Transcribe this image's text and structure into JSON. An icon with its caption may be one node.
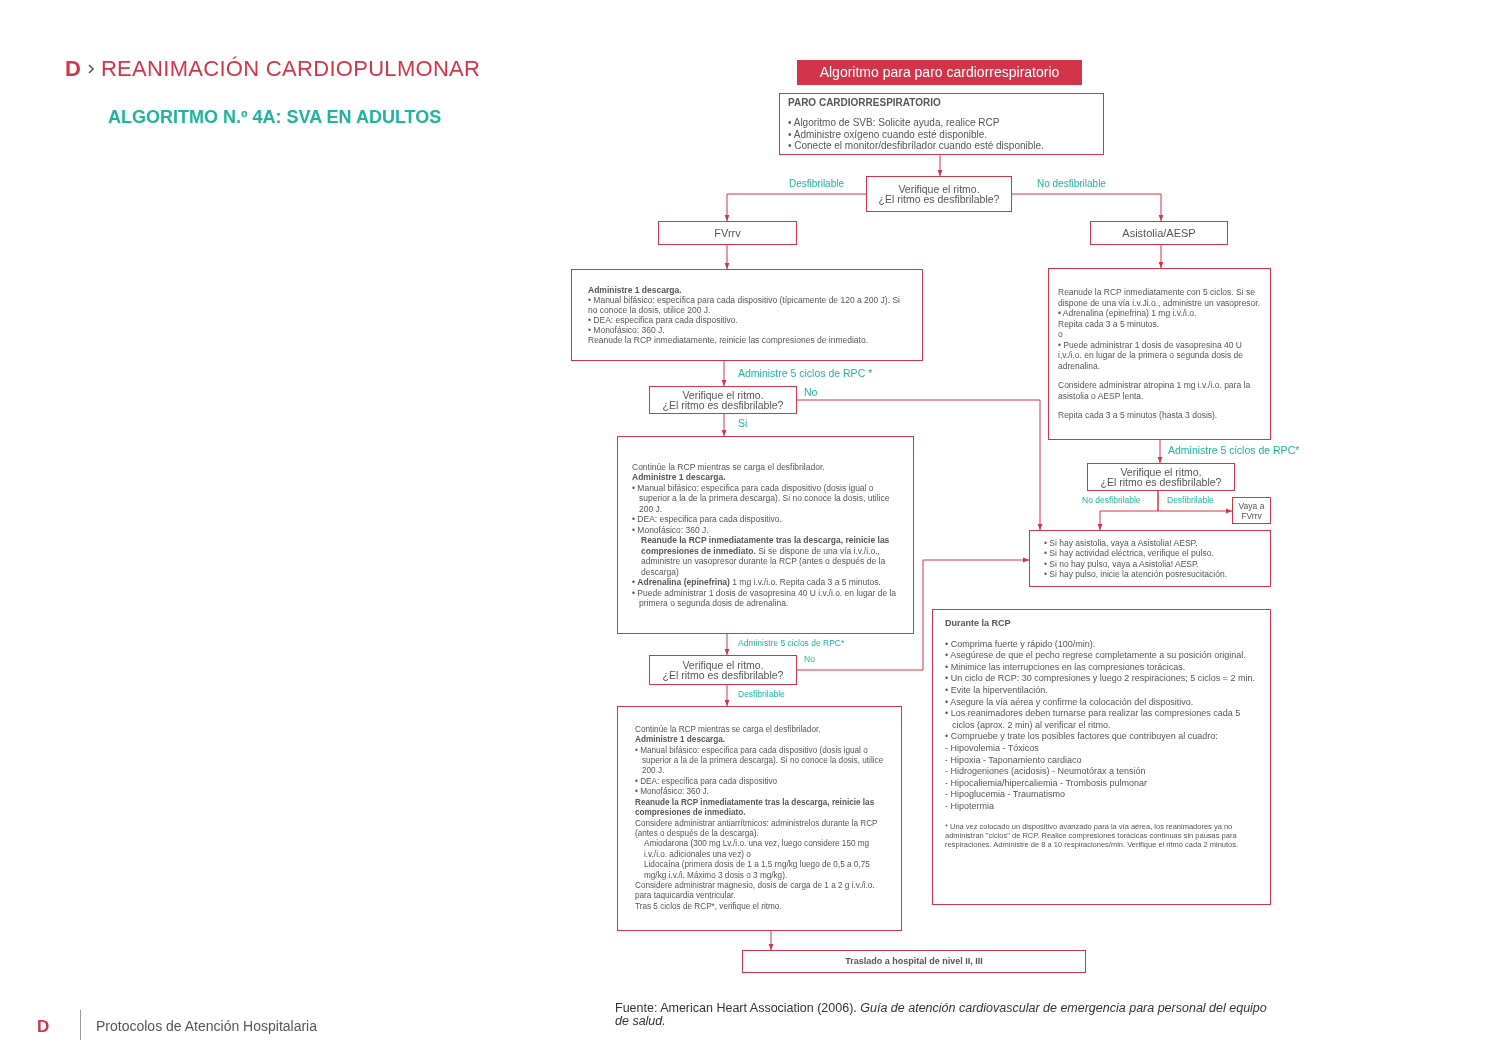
{
  "diagram": {
    "title": "REANIMACIÓN CARDIOPULMONAR",
    "caption": "Fuente: American Heart Association (2006). *Guía de atención cardiovascular de emergencia para personal del equipo de salud.*",
    "nodes": [
      {
        "text": [
          "Algoritmo para paro cardiorrespiratorio"
        ]
      },
      {
        "text": [
          "PARO CARDIORRESPIRATORIO",
          "• Algoritmo de SVB: Solicite ayuda, realice RCP",
          "• Administre oxígeno cuando esté disponible.",
          "• Conecte el monitor/desfibrílador cuando esté disponible."
        ]
      },
      {
        "text": [
          "Verifique el ritmo.",
          "¿El ritmo es desfibrilable?"
        ]
      },
      {
        "text": [
          "FVrrv"
        ]
      },
      {
        "text": [
          "Asistolia/AESP"
        ]
      },
      {
        "text": [
          "Administre 1 descarga.",
          "• Manual bifásico: especifica para cada dispositivo (típicamente de 120 a 200 J). Si no conoce la dosis, utilice 200 J.",
          "• DEA: especifica para cada dispositivo.",
          "• Monofásico: 360 J.",
          "Reanude la RCP inmediatamente, reinicie las compresiones de inmediato."
        ]
      },
      {
        "text": [
          "Reanude la RCP inmediatamente con 5 ciclos. Si se dispone de una vía i.v.Ji.o., administre un vasopresor.",
          "• Adrenalina (epinefrina) 1 mg i.v./i.o.",
          "Repita cada 3 a 5 minutos.",
          "o",
          "• Puede administrar 1 dosis de vasopresina 40 U i,v./i.o. en lugar de la primera o segunda dosis de adrenalina.",
          "Considere administrar atropina 1 mg i.v./i.o. para la asistolia o AESP lenta.",
          "Repita cada 3 a 5 minutos (hasta 3 dosis)."
        ]
      },
      {
        "text": [
          "Verifique el ritmo.",
          "¿El ritmo es desfibrilable?"
        ]
      },
      {
        "text": [
          "Continúe la RCP mientras se carga el desfibrilador.",
          "Administre 1 descarga.",
          "• Manual bifásico: especifica para cada dispositivo (dosis igual o superior a la de la primera descarga). Si no conoce la dosis, utilice 200 J.",
          "• DEA: especifica para cada dispositivo.",
          "• Monofásico: 360 J.",
          "**Reanude la RCP inmediatamente tras la descarga, reinicie las compresiones de inmediato.** Si se dispone de una vía i.v./i.o., administre un vasopresor durante la RCP (antes o después de la descarga)",
          "• **Adrenalina (epinefrina)** 1 mg i.v./i.o. Repita cada 3 a 5 minutos.",
          "• Puede administrar 1 dosis de vasopresina 40 U i.v./i.o. en lugar de la primera o segunda dosis de adrenalina."
        ]
      },
      {
        "text": [
          "Verifique el ritmo.",
          "¿El ritmo es desfibrilable?"
        ]
      },
      {
        "text": [
          "Vaya a FVrrv"
        ]
      },
      {
        "text": [
          "• Si hay asistolia, vaya a Asistolia! AESP.",
          "• Si hay actividad eléctrica, verifique el pulso.",
          "• Si no hay pulso, vaya a Asistolia! AESP.",
          "• Si hay pulso, inicie la atención posresucitación."
        ]
      },
      {
        "text": [
          "Verifique el ritmo.",
          "¿El ritmo es desfibrilable?"
        ]
      },
      {
        "text": [
          "Continúe la RCP mientras se carga el desfibrilador.",
          "Administre 1 descarga.",
          "• Manual bifásico: especifica para cada dispositivo (dosis igual o superior a la de la primera descarga). Si no conoce la dosis, utilice 200 J.",
          "• DEA: especifica para cada dispositivo",
          "• Monofásico: 360 J.",
          "Reanude la RCP inmediatamente tras la descarga, reinicie las compresiones de inmediato.",
          "Considere administrar antiarrítmicos: administrelos durante la RCP (antes o después de la descarga).",
          "Amiodarona (300 mg Lv./i.o. una vez, luego considere 150 mg i.v./i.o. adicionales una vez) o",
          "Lidocaína (primera dosis de 1 a 1.5 rng/kg luego de 0,5 a 0,75 mg/kg i.v./i. Máximo 3 dosis o 3 mg/kg).",
          "Considere administrar magnesio, dosis de carga de 1 a 2 g i.v./i.o. para taquicardia ventricular.",
          "Tras 5 ciclos de RCP*, verifique el ritmo."
        ]
      },
      {
        "text": [
          "Traslado a hospital de nivel II, III"
        ]
      },
      {
        "text": [
          "Durante la RCP",
          "• Comprima fuerte y rápido (100/min).",
          "• Asegúrese de que el pecho regrese completamente a su posición original.",
          "• Minimice las interrupciones en las compresiones torácicas.",
          "• Un ciclo de RCP: 30 compresiones y luego 2 respiraciones; 5 ciclos = 2 min.",
          "• Evite la hiperventilación.",
          "• Asegure la vía aérea y confirme la colocación del dispositivo.",
          "• Los reanimadores deben turnarse para realizar las compresiones cada 5 ciclos (aprox. 2 min) al verificar el ritmo.",
          "• Compruebe y trate los posibles factores que contribuyen al cuadro:",
          "- Hipovolemia - Tóxicos",
          "- Hipoxia - Taponamiento cardiaco",
          "- Hidrogeniones (acidosis) - Neumotórax a tensión",
          "- Hipocaliemia/hipercaliemia - Trombosis pulmonar",
          "- Hipoglucemia - Traumatismo",
          "- Hipotermia",
          "* Una vez colocado un dispositivo avanzado para la vía aérea, los reanimadores ya no administran \"ciclos\" de RCP. Realice compresiones torácicas continuas sin pausas para respiraciones. Administre de 8 a 10 respiraciones/min. Verifique el ritmo cada 2 minutos."
        ]
      }
    ],
    "edges": [
      {
        "from": 1,
        "to": 2,
        "arrow": "to"
      },
      {
        "from": 2,
        "to": 3,
        "arrow": "to",
        "label": "Desfibrilable"
      },
      {
        "from": 2,
        "to": 4,
        "arrow": "to",
        "label": "No desfibrilable"
      },
      {
        "from": 3,
        "to": 5,
        "arrow": "to"
      },
      {
        "from": 4,
        "to": 6,
        "arrow": "to"
      },
      {
        "from": 5,
        "to": 7,
        "arrow": "to",
        "label": "Administre 5 ciclos de RPC *"
      },
      {
        "from": 6,
        "to": 9,
        "arrow": "to",
        "label": "Administre 5 ciclos de RPC*"
      },
      {
        "from": 7,
        "to": 8,
        "arrow": "to",
        "label": "Si"
      },
      {
        "from": 7,
        "to": 11,
        "arrow": "to",
        "label": "No"
      },
      {
        "from": 9,
        "to": 11,
        "arrow": "to",
        "label": "No desfibrilable"
      },
      {
        "from": 9,
        "to": 10,
        "arrow": "to",
        "label": "Desfibrilable"
      },
      {
        "from": 8,
        "to": 12,
        "arrow": "to",
        "label": "Administre 5 ciclos de RPC*"
      },
      {
        "from": 12,
        "to": 11,
        "arrow": "to",
        "label": "No"
      },
      {
        "from": 12,
        "to": 13,
        "arrow": "to",
        "label": "Desfibrilable"
      },
      {
        "from": 13,
        "to": 14,
        "arrow": "to"
      }
    ],
    "labels": [
      "D",
      "ALGORITMO N.º 4A: SVA EN ADULTOS",
      "D",
      "Protocolos de Atención Hospitalaria"
    ]
  }
}
